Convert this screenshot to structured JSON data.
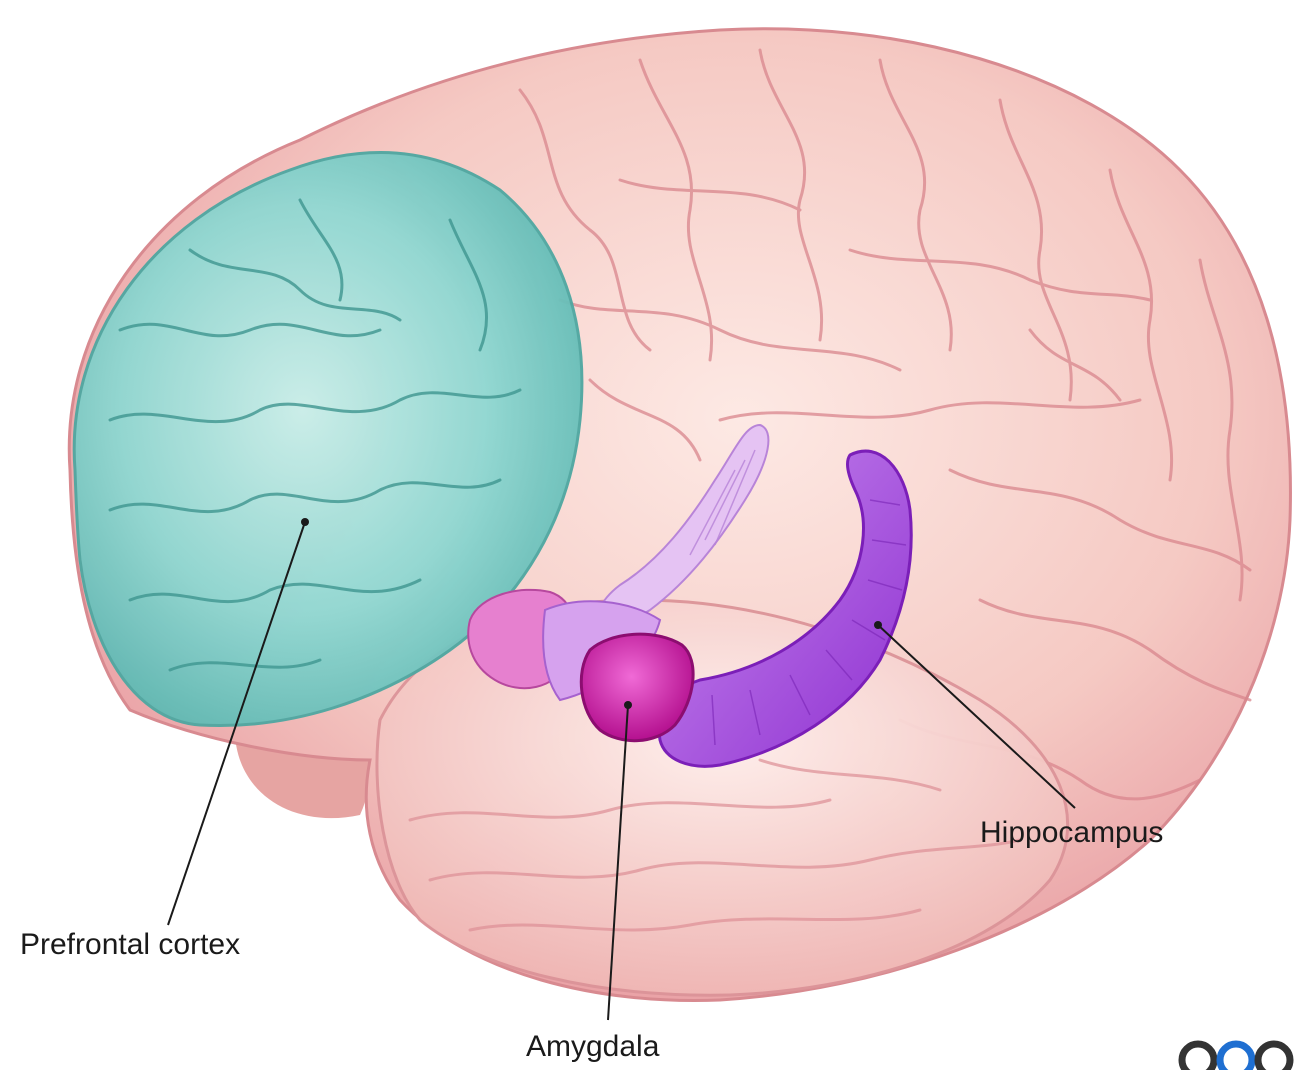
{
  "labels": {
    "prefrontal_cortex": "Prefrontal cortex",
    "amygdala": "Amygdala",
    "hippocampus": "Hippocampus"
  },
  "regions": {
    "prefrontal_cortex": {
      "name": "prefrontal-cortex",
      "color": "#8fd8d2"
    },
    "amygdala": {
      "name": "amygdala",
      "color": "#d91fb4"
    },
    "hippocampus": {
      "name": "hippocampus",
      "color": "#b061e0"
    },
    "cerebrum": {
      "name": "cerebrum",
      "color": "#f3c7c2"
    }
  },
  "logo": {
    "icon": "partial-logo-circles",
    "colors": [
      "#333333",
      "#1f6fd1"
    ]
  }
}
